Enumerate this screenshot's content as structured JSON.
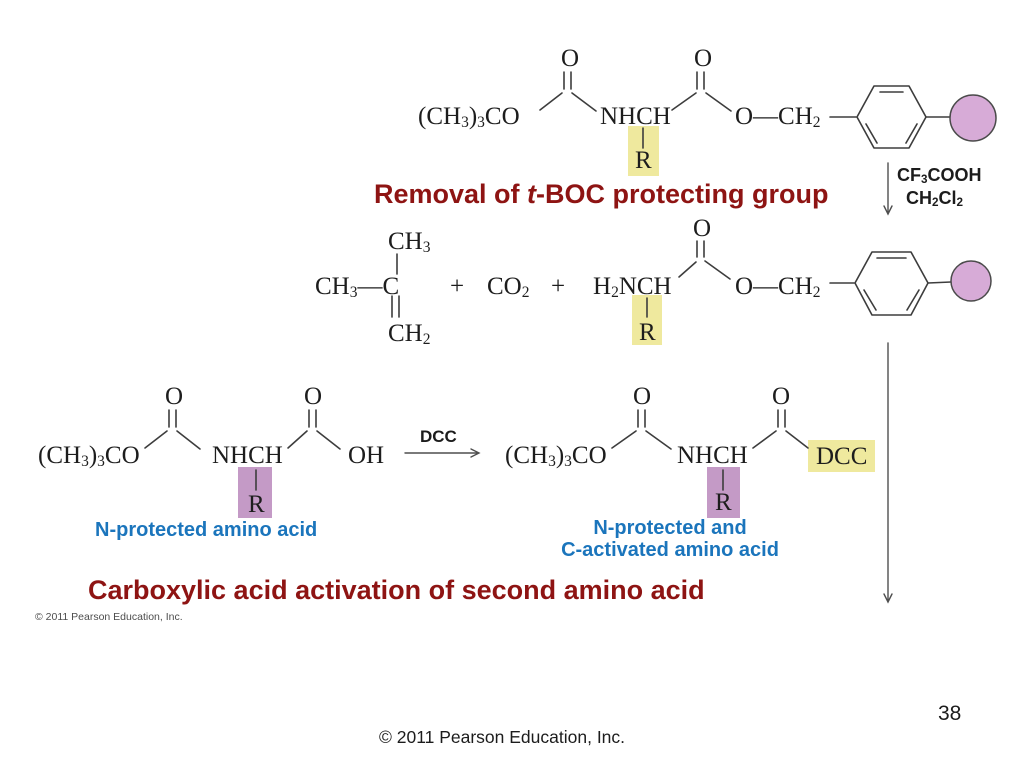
{
  "colors": {
    "heading_red": "#8e1413",
    "label_blue": "#1b75bc",
    "highlight_yellow": "#efe99e",
    "highlight_purple": "#c49ac6",
    "bead_fill": "#d7abd7",
    "bond": "#3d3d3d"
  },
  "headings": {
    "removal_html": "Removal of <i>t</i>-BOC protecting group",
    "activation": "Carboxylic acid activation of second amino acid"
  },
  "reagents": {
    "tfa_html": "CF<sub>3</sub>COOH",
    "dcm_html": "CH<sub>2</sub>Cl<sub>2</sub>",
    "dcc_label": "DCC"
  },
  "row1": {
    "boc_html": "(CH<sub>3</sub>)<sub>3</sub>CO",
    "o1": "O",
    "o2": "O",
    "nhch": "NHCH",
    "r": "R",
    "ester_html": "O—CH<sub>2</sub>"
  },
  "row2": {
    "ch3_top_html": "CH<sub>3</sub>",
    "ch3_c_html": "CH<sub>3</sub>—C",
    "ch2_html": "CH<sub>2</sub>",
    "plus": "+",
    "co2_html": "CO<sub>2</sub>",
    "h2nch_html": "H<sub>2</sub>NCH",
    "o": "O",
    "r": "R",
    "ester_html": "O—CH<sub>2</sub>"
  },
  "left_struct": {
    "boc_html": "(CH<sub>3</sub>)<sub>3</sub>CO",
    "o1": "O",
    "o2": "O",
    "nhch": "NHCH",
    "r": "R",
    "oh": "OH",
    "label": "N-protected amino acid"
  },
  "right_struct": {
    "boc_html": "(CH<sub>3</sub>)<sub>3</sub>CO",
    "o1": "O",
    "o2": "O",
    "nhch": "NHCH",
    "r": "R",
    "dcc": "DCC",
    "label_line1": "N-protected and",
    "label_line2": "C-activated amino acid"
  },
  "page": {
    "figure_credit": "© 2011 Pearson Education, Inc.",
    "footer_credit": "© 2011 Pearson Education, Inc.",
    "number": "38"
  }
}
